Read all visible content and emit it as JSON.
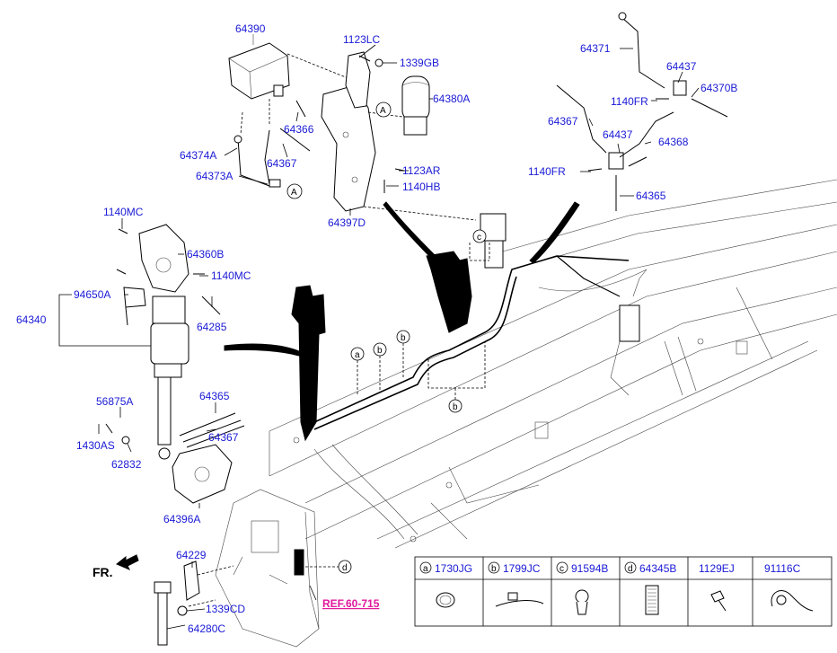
{
  "labels": {
    "p64390": "64390",
    "p1123LC": "1123LC",
    "p1339GB": "1339GB",
    "p64380A": "64380A",
    "p64366": "64366",
    "p64374A": "64374A",
    "p64367_top": "64367",
    "p64373A": "64373A",
    "p1123AR": "1123AR",
    "p1140HB": "1140HB",
    "p64397D": "64397D",
    "p64371": "64371",
    "p64437_top": "64437",
    "p64370B": "64370B",
    "p1140FR_top": "1140FR",
    "p64367_right": "64367",
    "p64437_mid": "64437",
    "p64368": "64368",
    "p1140FR_bot": "1140FR",
    "p64365_right": "64365",
    "p1140MC_top": "1140MC",
    "p64360B": "64360B",
    "p1140MC_mid": "1140MC",
    "p94650A": "94650A",
    "p64340": "64340",
    "p64285": "64285",
    "p56875A": "56875A",
    "p64365_left": "64365",
    "p64367_left": "64367",
    "p1430AS": "1430AS",
    "p62832": "62832",
    "p64396A": "64396A",
    "p64229": "64229",
    "p1339CD": "1339CD",
    "p64280C": "64280C"
  },
  "callouts": {
    "A1": "A",
    "A2": "A",
    "a": "a",
    "b1": "b",
    "b2": "b",
    "b3": "b",
    "c": "c",
    "d": "d"
  },
  "ref_link": "REF.60-715",
  "front_label": "FR.",
  "legend_table": [
    {
      "letter": "a",
      "part": "1730JG"
    },
    {
      "letter": "b",
      "part": "1799JC"
    },
    {
      "letter": "c",
      "part": "91594B"
    },
    {
      "letter": "d",
      "part": "64345B"
    },
    {
      "letter": "",
      "part": "1129EJ"
    },
    {
      "letter": "",
      "part": "91116C"
    }
  ],
  "colors": {
    "label": "#1a1ad6",
    "ref_link": "#e0189c",
    "line": "#000000"
  }
}
